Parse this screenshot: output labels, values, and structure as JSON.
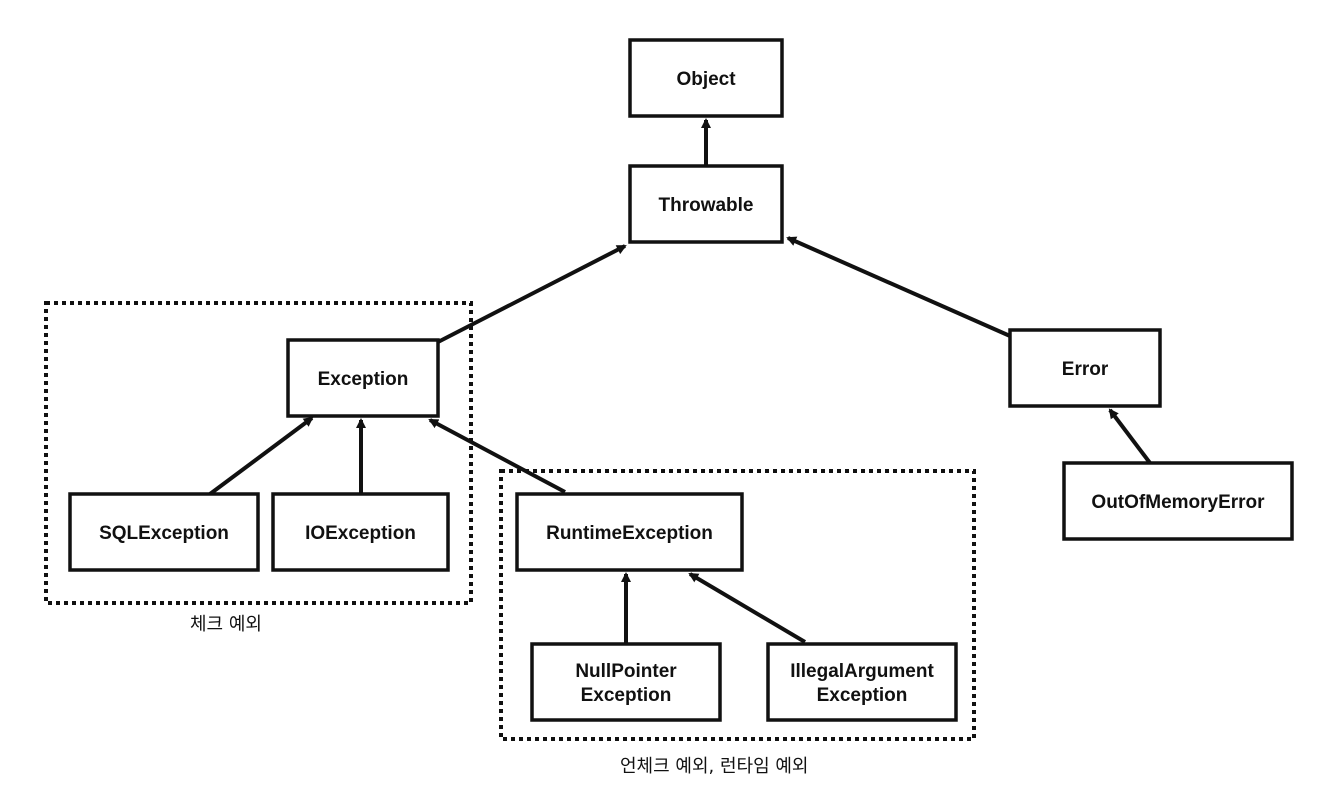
{
  "nodes": {
    "object": {
      "lines": [
        "Object"
      ]
    },
    "throwable": {
      "lines": [
        "Throwable"
      ]
    },
    "exception": {
      "lines": [
        "Exception"
      ]
    },
    "error": {
      "lines": [
        "Error"
      ]
    },
    "sqlexception": {
      "lines": [
        "SQLException"
      ]
    },
    "ioexception": {
      "lines": [
        "IOException"
      ]
    },
    "runtimeexception": {
      "lines": [
        "RuntimeException"
      ]
    },
    "outofmemoryerror": {
      "lines": [
        "OutOfMemoryError"
      ]
    },
    "nullpointerexception": {
      "lines": [
        "NullPointer",
        "Exception"
      ]
    },
    "illegalargumentexception": {
      "lines": [
        "IllegalArgument",
        "Exception"
      ]
    }
  },
  "edges": [
    {
      "from": "throwable",
      "to": "object"
    },
    {
      "from": "exception",
      "to": "throwable"
    },
    {
      "from": "error",
      "to": "throwable"
    },
    {
      "from": "sqlexception",
      "to": "exception"
    },
    {
      "from": "ioexception",
      "to": "exception"
    },
    {
      "from": "runtimeexception",
      "to": "exception"
    },
    {
      "from": "outofmemoryerror",
      "to": "error"
    },
    {
      "from": "nullpointerexception",
      "to": "runtimeexception"
    },
    {
      "from": "illegalargumentexception",
      "to": "runtimeexception"
    }
  ],
  "groups": {
    "checked": {
      "label": "체크 예외"
    },
    "unchecked": {
      "label": "언체크 예외, 런타임 예외"
    }
  }
}
